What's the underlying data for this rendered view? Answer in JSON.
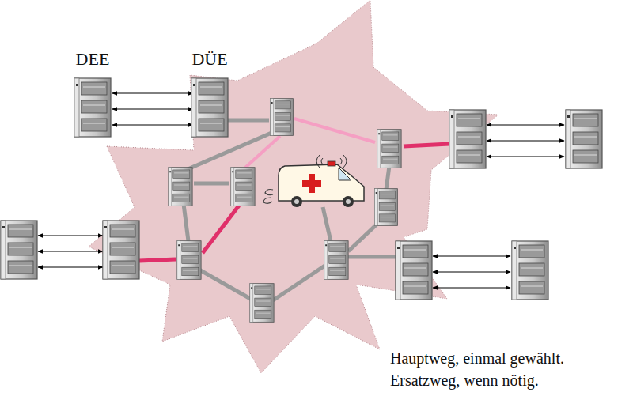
{
  "diagram": {
    "labels": [
      "DEE",
      "DÜE",
      "Hauptweg, einmal gewählt.",
      "Ersatzweg, wenn nötig."
    ]
  }
}
